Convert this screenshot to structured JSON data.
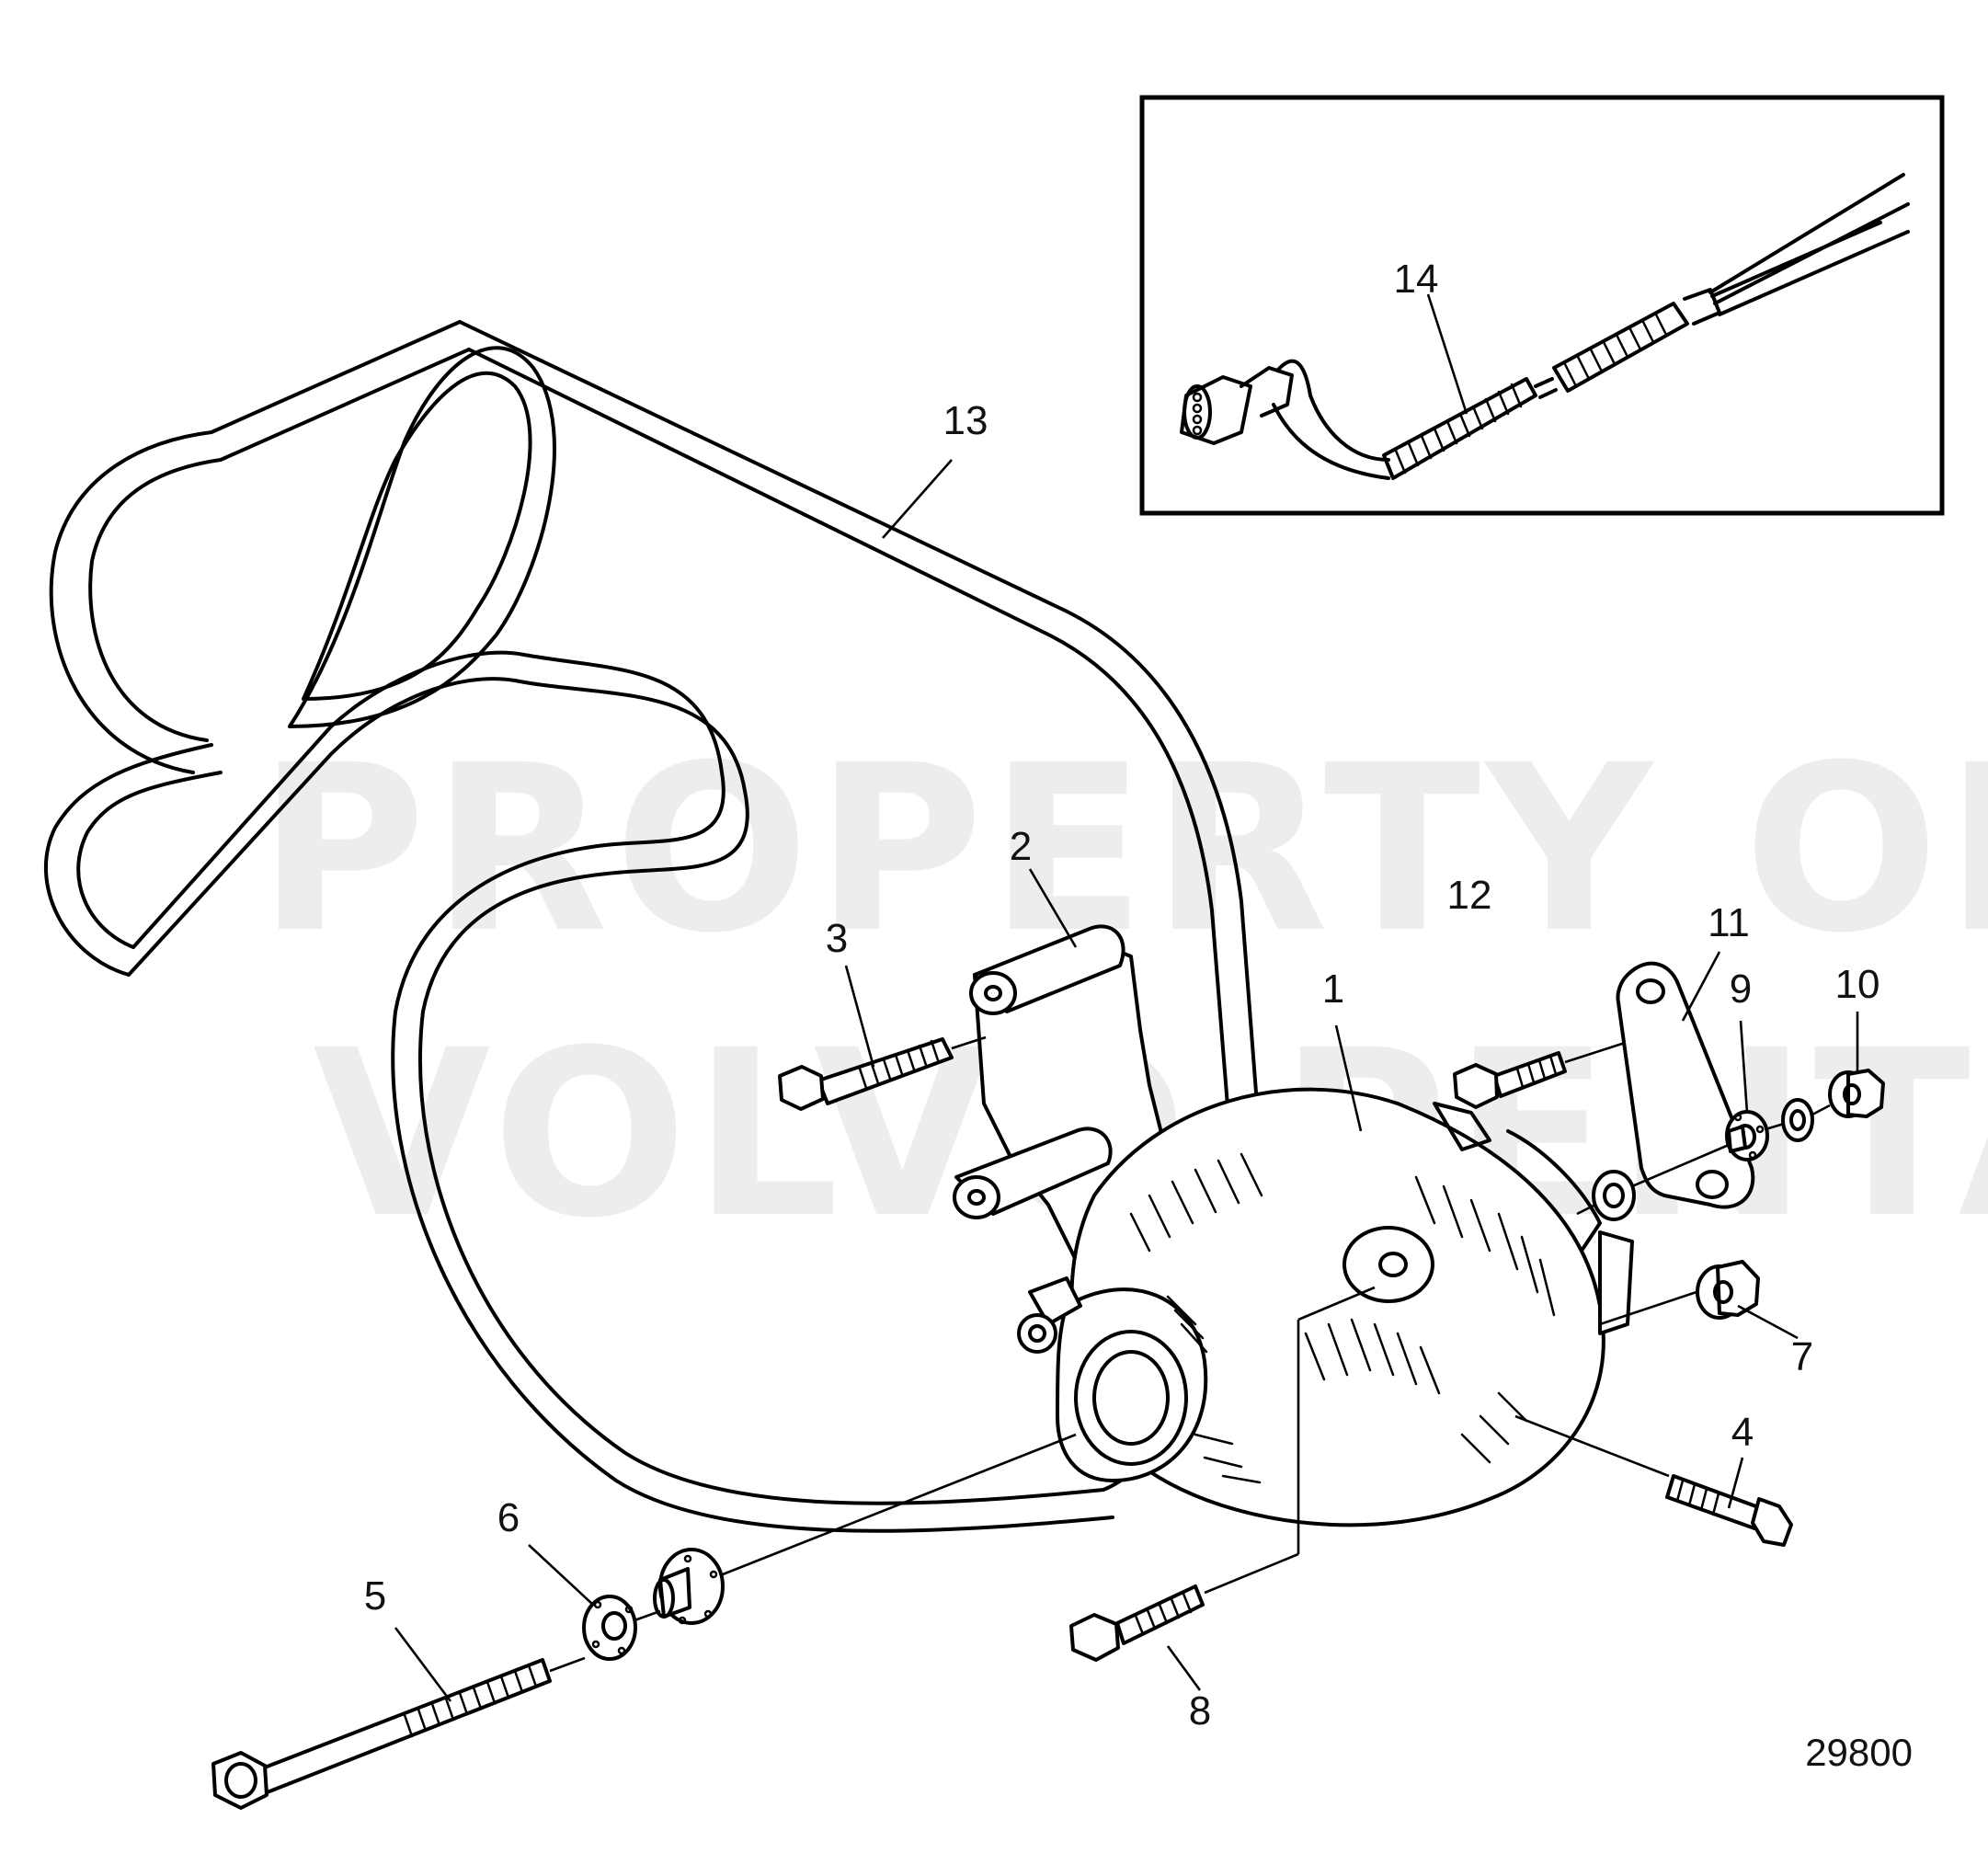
{
  "watermark": {
    "line1": "PROPERTY OF",
    "line2": "VOLVO PENTA"
  },
  "callouts": [
    {
      "id": "1",
      "text": "1"
    },
    {
      "id": "2",
      "text": "2"
    },
    {
      "id": "3",
      "text": "3"
    },
    {
      "id": "4",
      "text": "4"
    },
    {
      "id": "5",
      "text": "5"
    },
    {
      "id": "6",
      "text": "6"
    },
    {
      "id": "7",
      "text": "7"
    },
    {
      "id": "8",
      "text": "8"
    },
    {
      "id": "9",
      "text": "9"
    },
    {
      "id": "10",
      "text": "10"
    },
    {
      "id": "11",
      "text": "11"
    },
    {
      "id": "12",
      "text": "12"
    },
    {
      "id": "13",
      "text": "13"
    },
    {
      "id": "14",
      "text": "14"
    }
  ],
  "figure_number": "29800"
}
